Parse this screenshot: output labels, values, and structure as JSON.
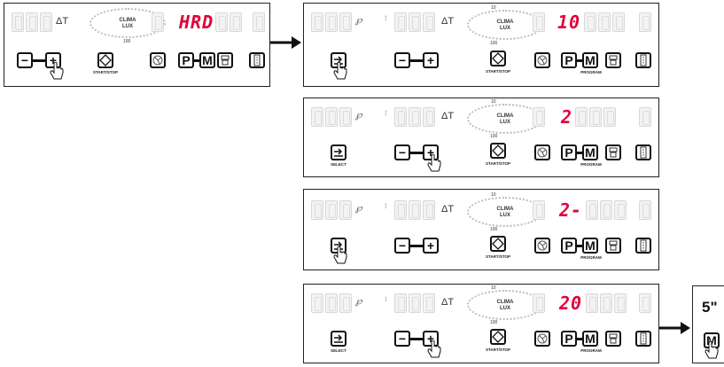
{
  "displays": {
    "p1": "HRD",
    "p2": "10",
    "p3": "2",
    "p4": "2-",
    "p5": "20"
  },
  "labels": {
    "delta_t": "ΔT",
    "clima": "CLIMA",
    "lux": "LUX",
    "tick_top": "10",
    "tick_bottom": "100",
    "start_stop": "START/STOP",
    "program": "PROGRAM",
    "select": "SELECT",
    "minus": "−",
    "plus": "+",
    "p_key": "P",
    "m_key": "M",
    "timer": "5\""
  },
  "colors": {
    "display_red": "#e0003a",
    "ink": "#111111"
  },
  "icons": [
    "fan-icon",
    "chef-icon",
    "door-icon",
    "start-stop-icon",
    "select-icon",
    "hand-pointer-icon",
    "arrow-right-icon",
    "probe-icon"
  ]
}
